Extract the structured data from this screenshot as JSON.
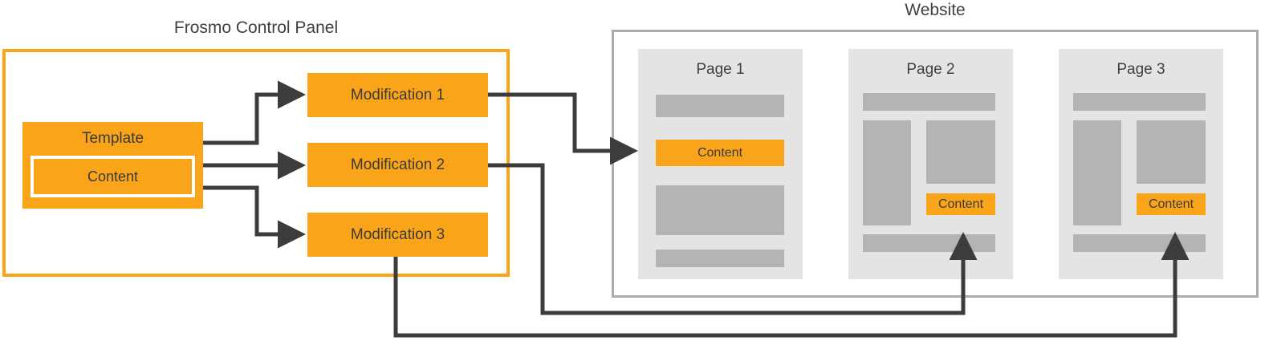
{
  "diagram": {
    "left_panel": {
      "title": "Frosmo Control Panel",
      "template": {
        "title": "Template",
        "content_label": "Content"
      },
      "modifications": [
        {
          "label": "Modification 1"
        },
        {
          "label": "Modification 2"
        },
        {
          "label": "Modification 3"
        }
      ]
    },
    "right_panel": {
      "title": "Website",
      "pages": [
        {
          "title": "Page 1",
          "content_label": "Content"
        },
        {
          "title": "Page 2",
          "content_label": "Content"
        },
        {
          "title": "Page 3",
          "content_label": "Content"
        }
      ]
    },
    "colors": {
      "orange": "#FAA41A",
      "wire": "#3C3C3C",
      "frame_gray": "#ACACAC",
      "page_bg": "#E4E4E4",
      "block_gray": "#B4B4B4",
      "text": "#404040"
    }
  }
}
